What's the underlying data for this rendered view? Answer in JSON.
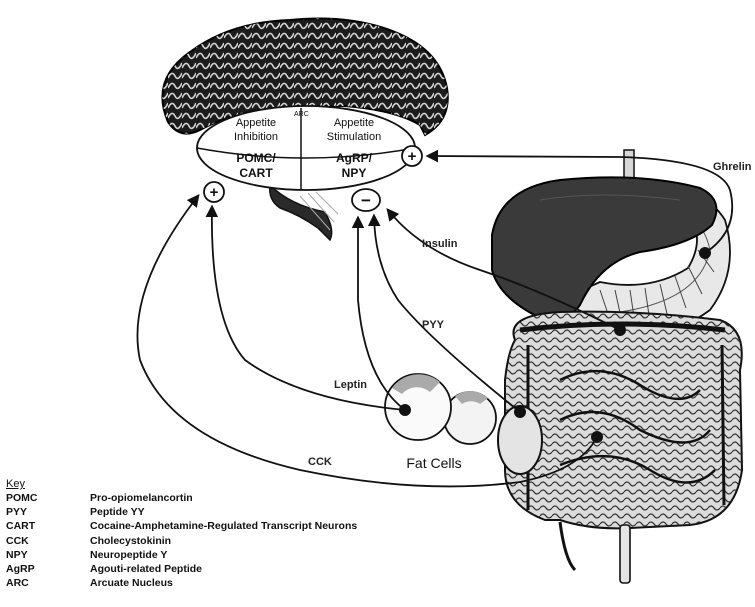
{
  "brain": {
    "arc_label": "ARC",
    "inhibition_line1": "Appetite",
    "inhibition_line2": "Inhibition",
    "stimulation_line1": "Appetite",
    "stimulation_line2": "Stimulation",
    "pomc_line1": "POMC/",
    "pomc_line2": "CART",
    "agrp_line1": "AgRP/",
    "agrp_line2": "NPY"
  },
  "signs": {
    "plus": "+",
    "minus": "−"
  },
  "signals": {
    "ghrelin": "Ghrelin",
    "insulin": "Insulin",
    "pyy": "PYY",
    "leptin": "Leptin",
    "cck": "CCK",
    "fat_cells": "Fat Cells"
  },
  "key": {
    "title": "Key",
    "items": [
      {
        "abbr": "POMC",
        "desc": "Pro-opiomelancortin"
      },
      {
        "abbr": "PYY",
        "desc": "Peptide YY"
      },
      {
        "abbr": "CART",
        "desc": "Cocaine-Amphetamine-Regulated Transcript Neurons"
      },
      {
        "abbr": "CCK",
        "desc": "Cholecystokinin"
      },
      {
        "abbr": "NPY",
        "desc": "Neuropeptide Y"
      },
      {
        "abbr": "AgRP",
        "desc": "Agouti-related Peptide"
      },
      {
        "abbr": "ARC",
        "desc": "Arcuate Nucleus"
      }
    ]
  }
}
